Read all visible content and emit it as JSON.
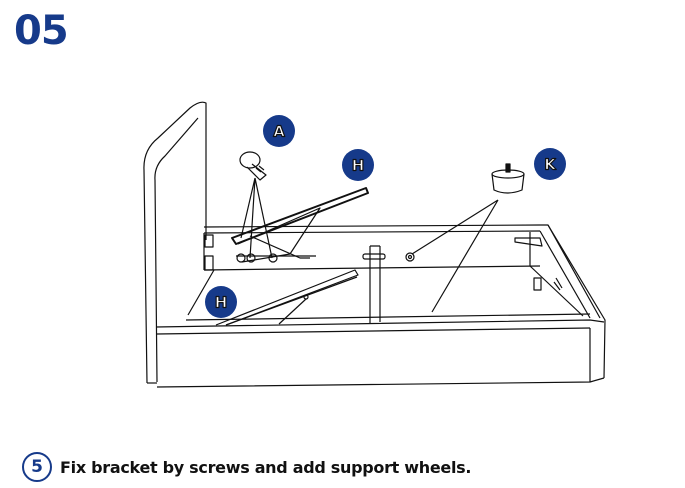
{
  "header": {
    "step_number": "05"
  },
  "badges": {
    "screw": "A",
    "bracket_top": "H",
    "bracket_bottom": "H",
    "wheel": "K"
  },
  "colors": {
    "brand": "#163a8a",
    "line": "#111111"
  },
  "caption": {
    "number": "5",
    "text": "Fix bracket by screws and add support wheels."
  }
}
